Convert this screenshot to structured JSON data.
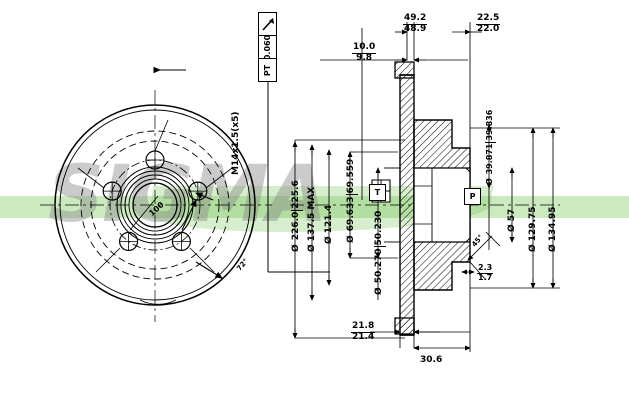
{
  "drawing": {
    "title": "Brake Disc / Rotor Engineering Drawing",
    "watermark_text": "SIGMA",
    "views": {
      "front": "front-circular-view",
      "section": "cross-section-view"
    }
  },
  "feature_control_frame": {
    "symbol": "circular-runout",
    "tolerance": "0.060",
    "datum": "PT"
  },
  "front_view": {
    "thread_note": "M14x1.5(x5)",
    "angle_note": "72°",
    "center_marking": "100"
  },
  "datums": {
    "left_section": "T",
    "right_section": "P"
  },
  "dimensions": {
    "top": [
      {
        "name": "dim-49-2",
        "upper": "49.2",
        "lower": "48.9"
      },
      {
        "name": "dim-22-5",
        "upper": "22.5",
        "lower": "22.0"
      },
      {
        "name": "dim-10-0",
        "upper": "10.0",
        "lower": "9.8"
      }
    ],
    "left_diameters": [
      {
        "name": "dia-226",
        "prefix": "Ø",
        "upper": "226.0",
        "lower": "225.6"
      },
      {
        "name": "dia-137-5",
        "text": "Ø 137.5 MAX"
      },
      {
        "name": "dia-121-4",
        "text": "Ø 121.4"
      },
      {
        "name": "dia-69-633",
        "prefix": "Ø",
        "upper": "69.633",
        "lower": "69.559"
      },
      {
        "name": "dia-50-270",
        "prefix": "Ø",
        "upper": "50.270",
        "lower": "50.230"
      }
    ],
    "right_diameters": [
      {
        "name": "dia-39-871",
        "prefix": "Ø",
        "upper": "39.871",
        "lower": "39.836"
      },
      {
        "name": "dia-57",
        "text": "Ø 57"
      },
      {
        "name": "dia-129-75",
        "text": "Ø 129.75"
      },
      {
        "name": "dia-134-95",
        "text": "Ø 134.95"
      }
    ],
    "bottom": [
      {
        "name": "dim-21-8",
        "upper": "21.8",
        "lower": "21.4"
      },
      {
        "name": "dim-30-6",
        "text": "30.6"
      }
    ],
    "chamfer": {
      "name": "dim-2-3",
      "upper": "2.3",
      "lower": "1.7"
    },
    "chamfer_angle": {
      "name": "angle-45",
      "text": "45°"
    }
  },
  "colors": {
    "ink": "#000000",
    "background": "#ffffff",
    "watermark_gray": "#828282",
    "watermark_green": "#78c85a"
  }
}
